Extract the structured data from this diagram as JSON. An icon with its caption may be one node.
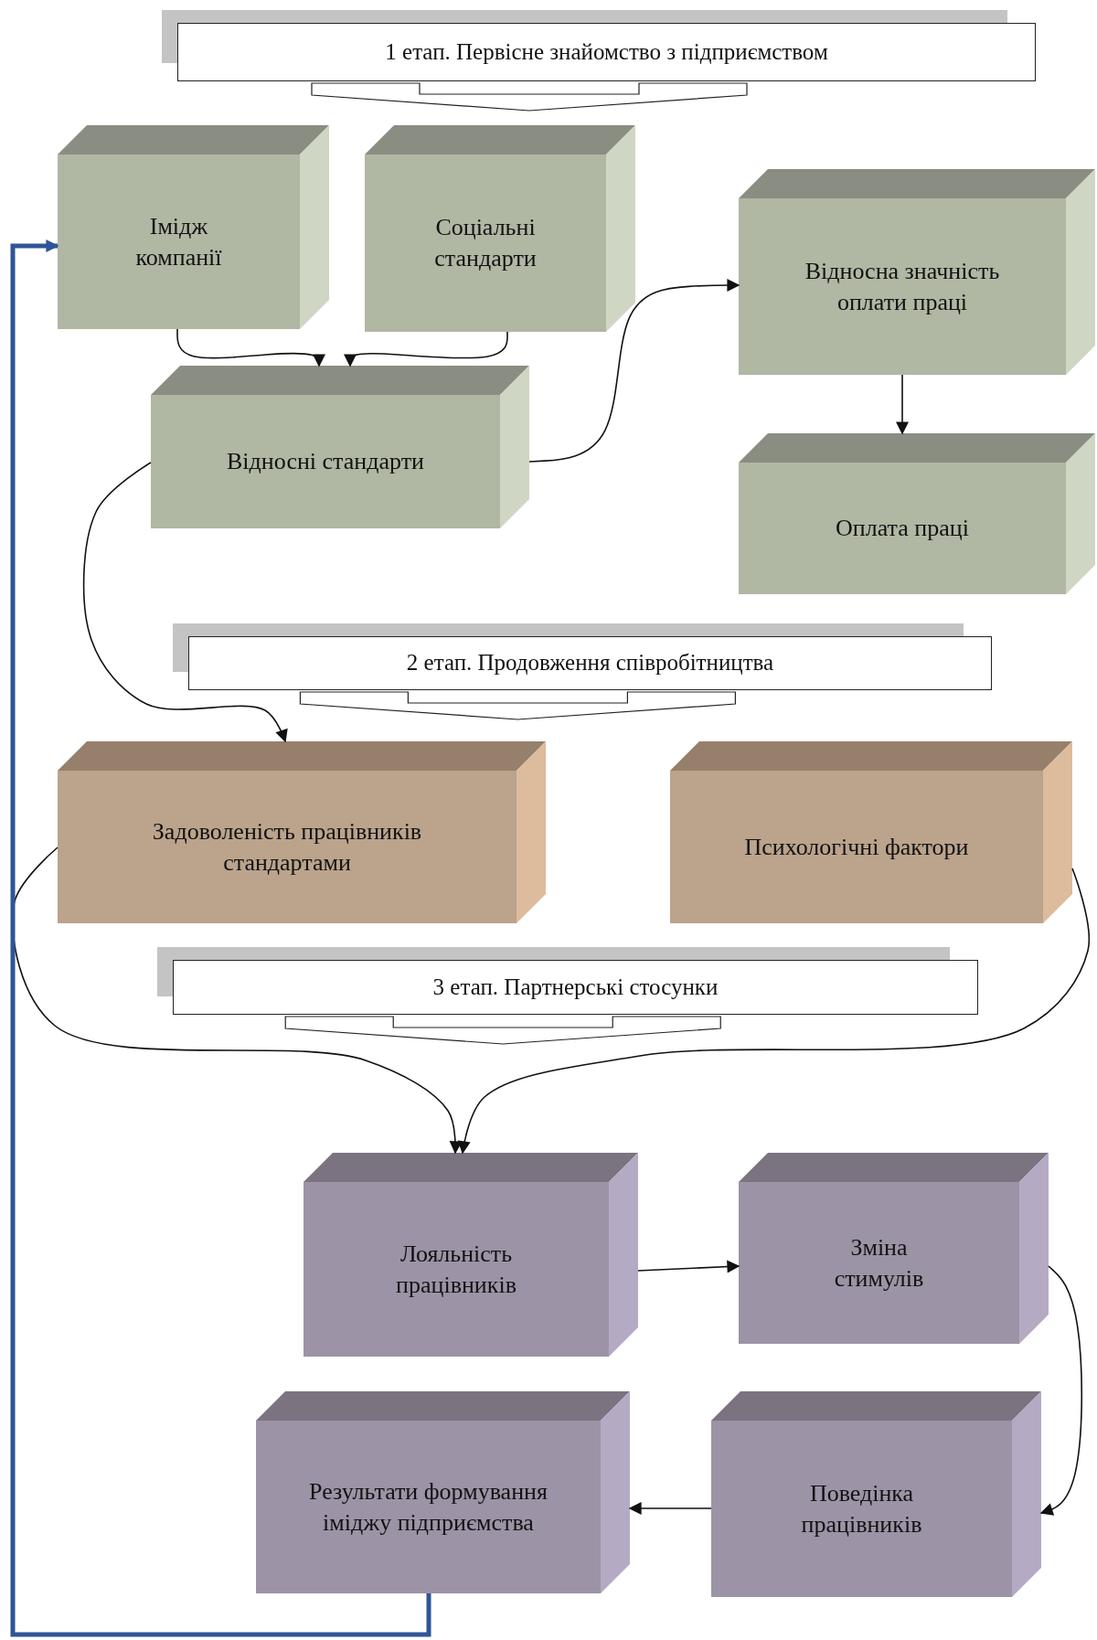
{
  "diagram": {
    "nodes": [
      {
        "text": [
          "1 етап. Первісне знайомство з підприємством"
        ]
      },
      {
        "text": [
          "Імідж компанії"
        ]
      },
      {
        "text": [
          "Соціальні стандарти"
        ]
      },
      {
        "text": [
          "Відносна значність оплати праці"
        ]
      },
      {
        "text": [
          "Відносні стандарти"
        ]
      },
      {
        "text": [
          "Оплата праці"
        ]
      },
      {
        "text": [
          "2 етап. Продовження співробітництва"
        ]
      },
      {
        "text": [
          "Задоволеність працівників стандартами"
        ]
      },
      {
        "text": [
          "Психологічні фактори"
        ]
      },
      {
        "text": [
          "3 етап. Партнерські стосунки"
        ]
      },
      {
        "text": [
          "Лояльність працівників"
        ]
      },
      {
        "text": [
          "Зміна стимулів"
        ]
      },
      {
        "text": [
          "Результати формування іміджу підприємства"
        ]
      },
      {
        "text": [
          "Поведінка працівників"
        ]
      }
    ],
    "edges": [
      {
        "from": 1,
        "to": 4,
        "arrow": "to"
      },
      {
        "from": 2,
        "to": 4,
        "arrow": "to"
      },
      {
        "from": 4,
        "to": 3,
        "arrow": "to"
      },
      {
        "from": 3,
        "to": 5,
        "arrow": "to"
      },
      {
        "from": 4,
        "to": 7,
        "arrow": "to"
      },
      {
        "from": 7,
        "to": 10,
        "arrow": "to"
      },
      {
        "from": 8,
        "to": 10,
        "arrow": "to"
      },
      {
        "from": 10,
        "to": 11,
        "arrow": "to"
      },
      {
        "from": 11,
        "to": 13,
        "arrow": "to"
      },
      {
        "from": 13,
        "to": 12,
        "arrow": "to"
      },
      {
        "from": 12,
        "to": 1,
        "arrow": "to",
        "style": "thick",
        "color": "#2f5597"
      }
    ]
  }
}
